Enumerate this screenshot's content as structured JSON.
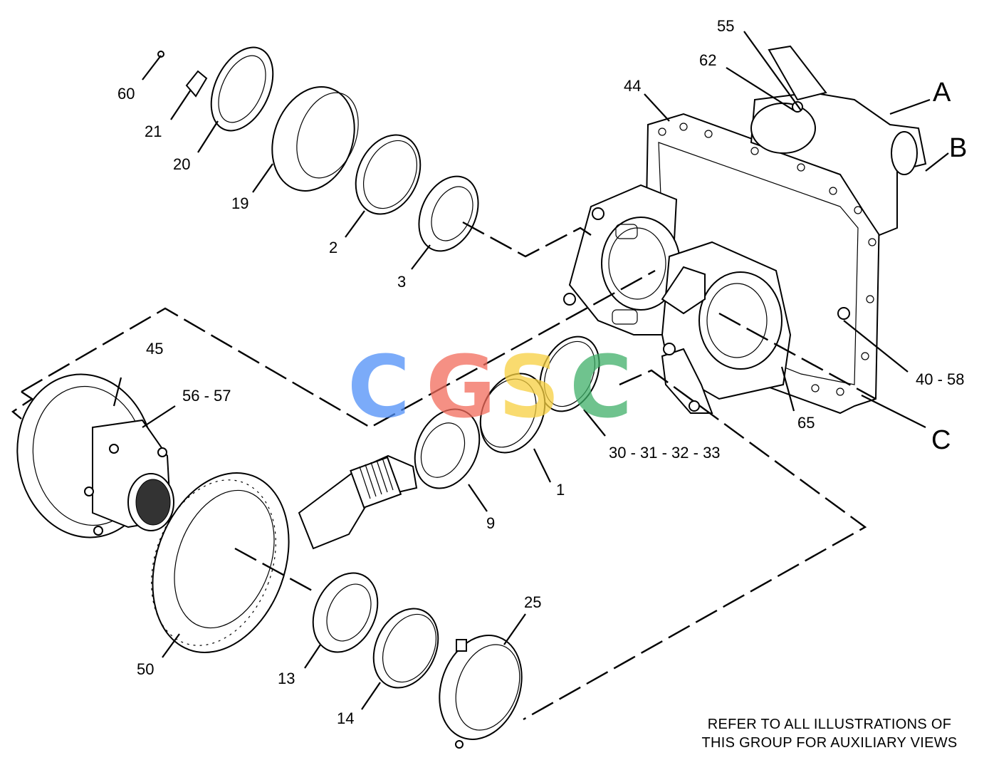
{
  "callouts": {
    "c55": "55",
    "c62": "62",
    "c44": "44",
    "c60": "60",
    "c21": "21",
    "c20": "20",
    "c19": "19",
    "c2": "2",
    "c3": "3",
    "c45": "45",
    "c5657": "56 - 57",
    "c3033": "30 - 31 - 32 - 33",
    "c1": "1",
    "c9": "9",
    "c4058": "40 - 58",
    "c65": "65",
    "c50": "50",
    "c13": "13",
    "c14": "14",
    "c25": "25"
  },
  "views": {
    "a": "A",
    "b": "B",
    "c": "C"
  },
  "note": {
    "line1": "REFER TO ALL ILLUSTRATIONS OF",
    "line2": "THIS GROUP FOR AUXILIARY VIEWS"
  },
  "watermark": {
    "letters": [
      "C",
      "G",
      "S",
      "C"
    ],
    "colors": [
      "#4f8ff7",
      "#f26b5b",
      "#f7d040",
      "#3fb069"
    ]
  }
}
